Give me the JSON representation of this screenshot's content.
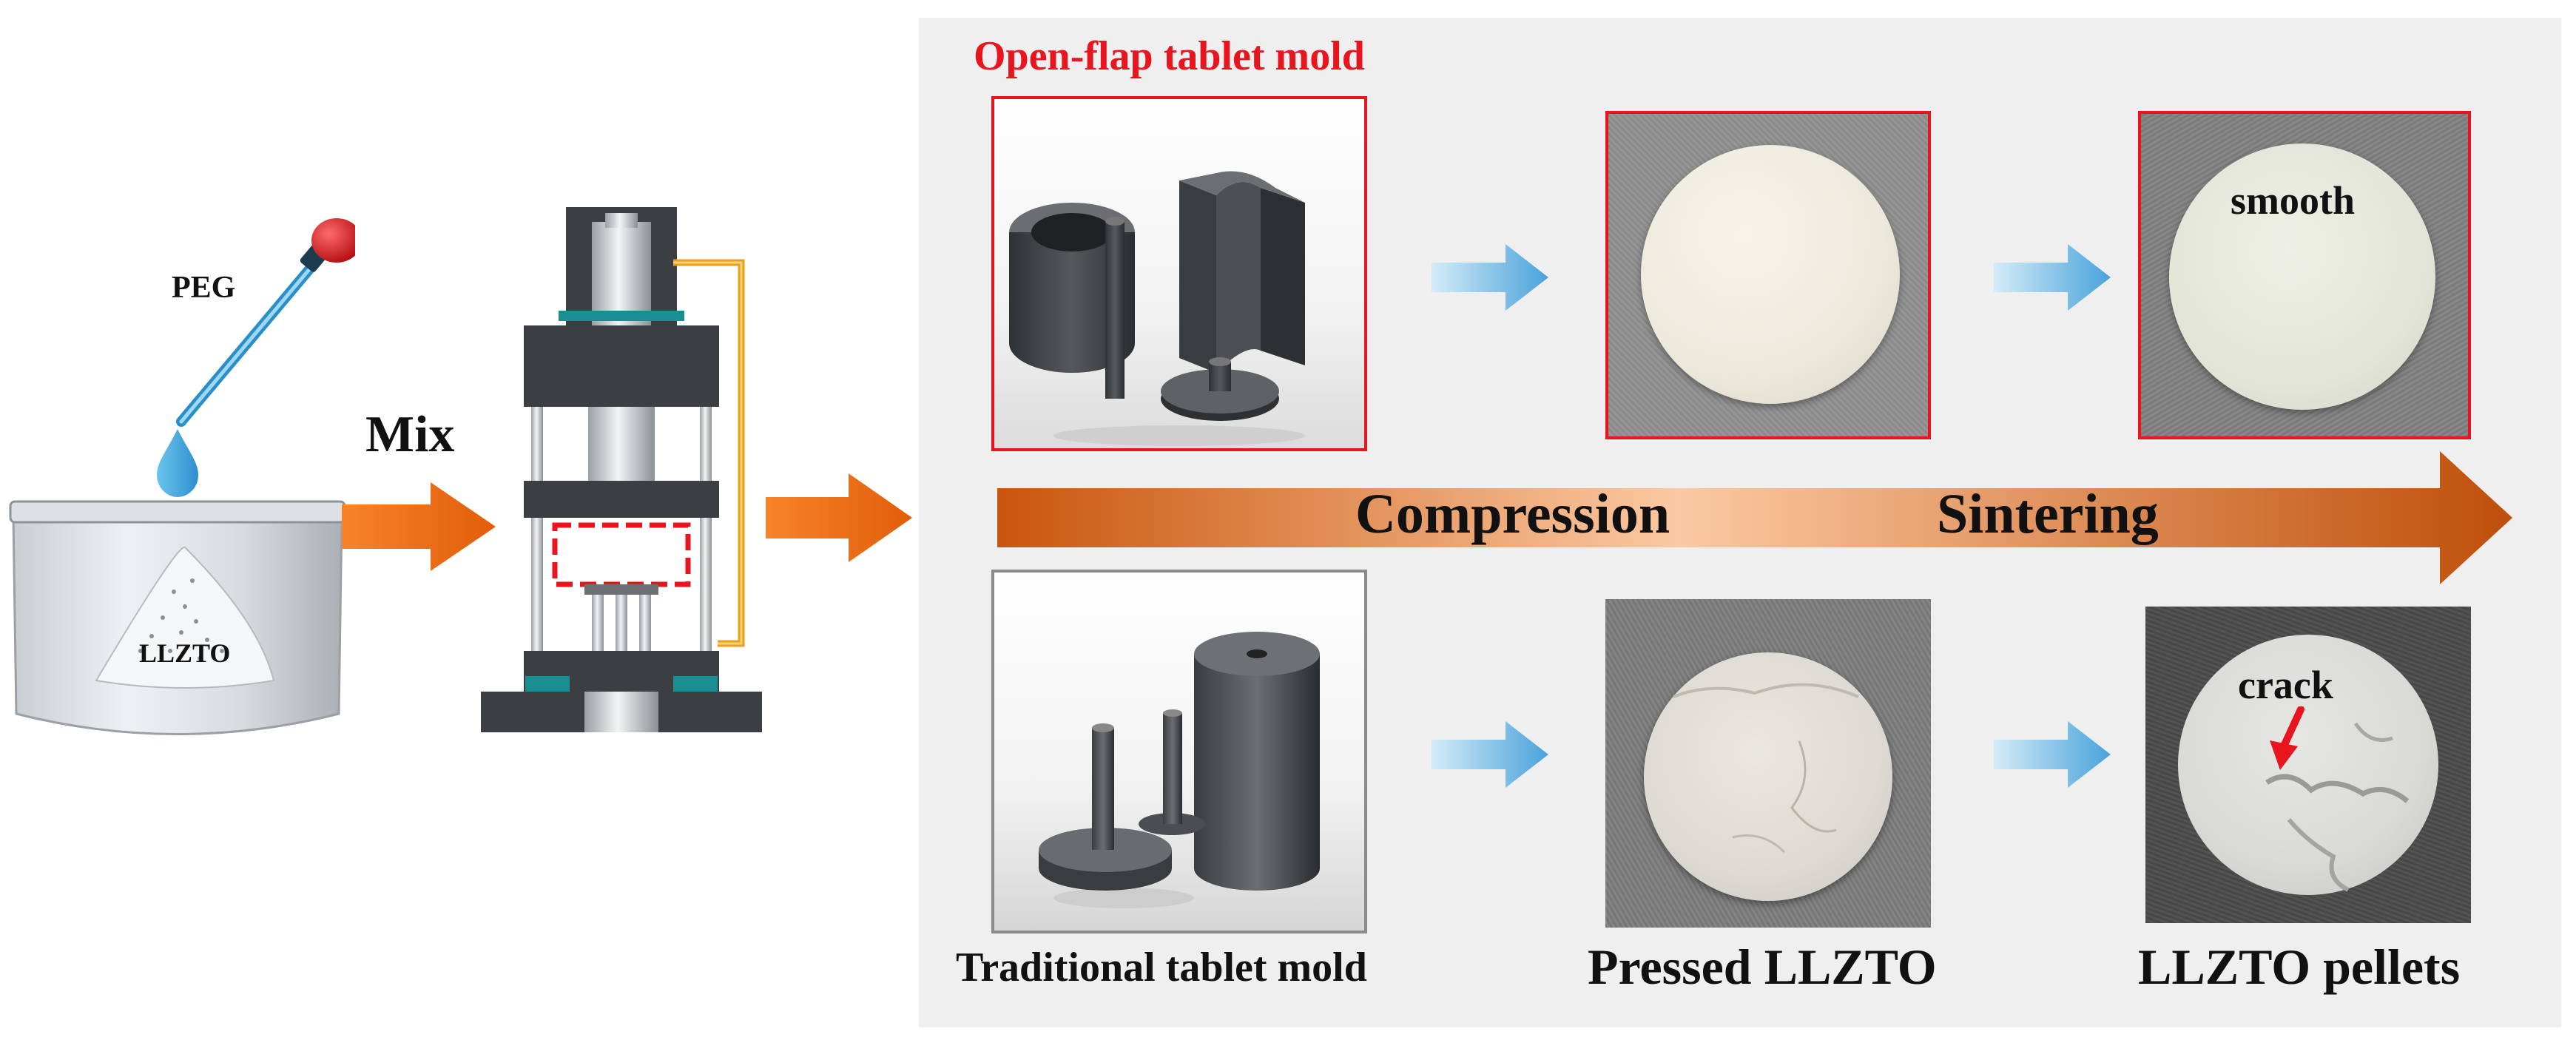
{
  "labels": {
    "peg": "PEG",
    "mix": "Mix",
    "llzto": "LLZTO",
    "open_flap_mold": "Open-flap tablet mold",
    "compression": "Compression",
    "sintering": "Sintering",
    "smooth": "smooth",
    "crack": "crack",
    "traditional_mold": "Traditional tablet mold",
    "pressed_llzto": "Pressed LLZTO",
    "llzto_pellets": "LLZTO pellets"
  },
  "colors": {
    "highlight_red": "#e8141e",
    "arrow_orange": "#e8650d",
    "light_arrow_blue": "#5aa9dc",
    "mold_gray": "#3a3d40",
    "panel_gray": "#efefef"
  }
}
